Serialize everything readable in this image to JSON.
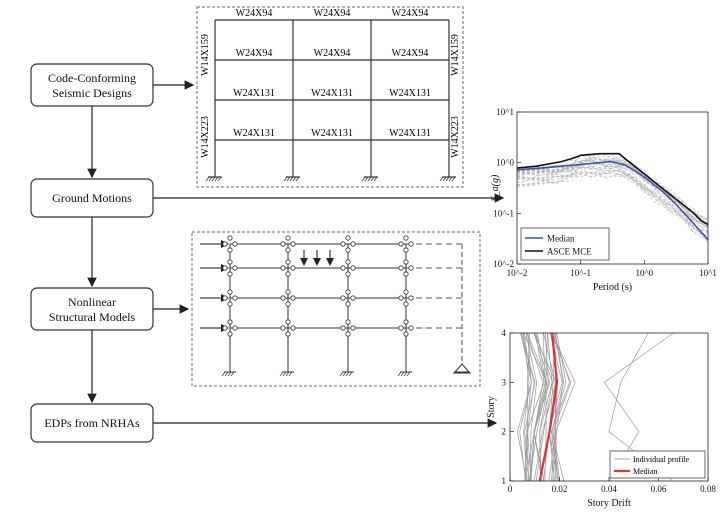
{
  "flow": {
    "boxes": [
      {
        "id": "code",
        "lines": [
          "Code-Conforming",
          "Seismic Designs"
        ]
      },
      {
        "id": "gm",
        "lines": [
          "Ground Motions"
        ]
      },
      {
        "id": "nl",
        "lines": [
          "Nonlinear",
          "Structural Models"
        ]
      },
      {
        "id": "edp",
        "lines": [
          "EDPs from NRHAs"
        ]
      }
    ]
  },
  "frame": {
    "beam_labels": [
      [
        "W24X94",
        "W24X94",
        "W24X94"
      ],
      [
        "W24X94",
        "W24X94",
        "W24X94"
      ],
      [
        "W24X131",
        "W24X131",
        "W24X131"
      ],
      [
        "W24X131",
        "W24X131",
        "W24X131"
      ]
    ],
    "column_labels": {
      "upper": "W14X159",
      "lower": "W14X223"
    }
  },
  "chart_data": [
    {
      "type": "line",
      "ylabel": "S_a(g)",
      "xlabel": "Period (s)",
      "xscale": "log",
      "yscale": "log",
      "xlim": [
        0.01,
        10
      ],
      "ylim": [
        0.01,
        10
      ],
      "x_ticks": [
        "10^-2",
        "10^-1",
        "10^0",
        "10^1"
      ],
      "y_ticks": [
        "10^-2",
        "10^-1",
        "10^0",
        "10^1"
      ],
      "legend": {
        "placement": "bottom-left",
        "entries": [
          "Median",
          "ASCE MCE"
        ]
      },
      "series": [
        {
          "name": "Median",
          "color": "#3f51b5",
          "x": [
            0.01,
            0.03,
            0.05,
            0.1,
            0.2,
            0.3,
            0.5,
            0.7,
            1,
            2,
            3,
            5,
            7,
            10
          ],
          "y": [
            0.72,
            0.8,
            0.85,
            0.92,
            1.0,
            1.05,
            0.9,
            0.7,
            0.52,
            0.26,
            0.16,
            0.08,
            0.05,
            0.03
          ]
        },
        {
          "name": "ASCE MCE",
          "color": "#111111",
          "x": [
            0.01,
            0.02,
            0.05,
            0.08,
            0.1,
            0.2,
            0.4,
            0.6,
            1,
            2,
            4,
            6,
            8,
            10
          ],
          "y": [
            0.78,
            0.85,
            1.05,
            1.25,
            1.4,
            1.5,
            1.5,
            1.0,
            0.6,
            0.3,
            0.15,
            0.1,
            0.07,
            0.06
          ]
        }
      ],
      "records_color": "#b0b0b0"
    },
    {
      "type": "line",
      "xlabel": "Story Drift",
      "ylabel": "Story",
      "xlim": [
        0,
        0.08
      ],
      "ylim": [
        1,
        4
      ],
      "x_ticks": [
        "0",
        "0.02",
        "0.04",
        "0.06",
        "0.08"
      ],
      "y_ticks": [
        "1",
        "2",
        "3",
        "4"
      ],
      "legend": {
        "placement": "bottom-right",
        "entries": [
          "Individual profile",
          "Median"
        ]
      },
      "series": [
        {
          "name": "Median",
          "color": "#e03030",
          "x": [
            0.012,
            0.016,
            0.019,
            0.017
          ],
          "y": [
            1,
            2,
            3,
            4
          ]
        }
      ],
      "individual_profiles_color": "#9a9a9a"
    }
  ]
}
